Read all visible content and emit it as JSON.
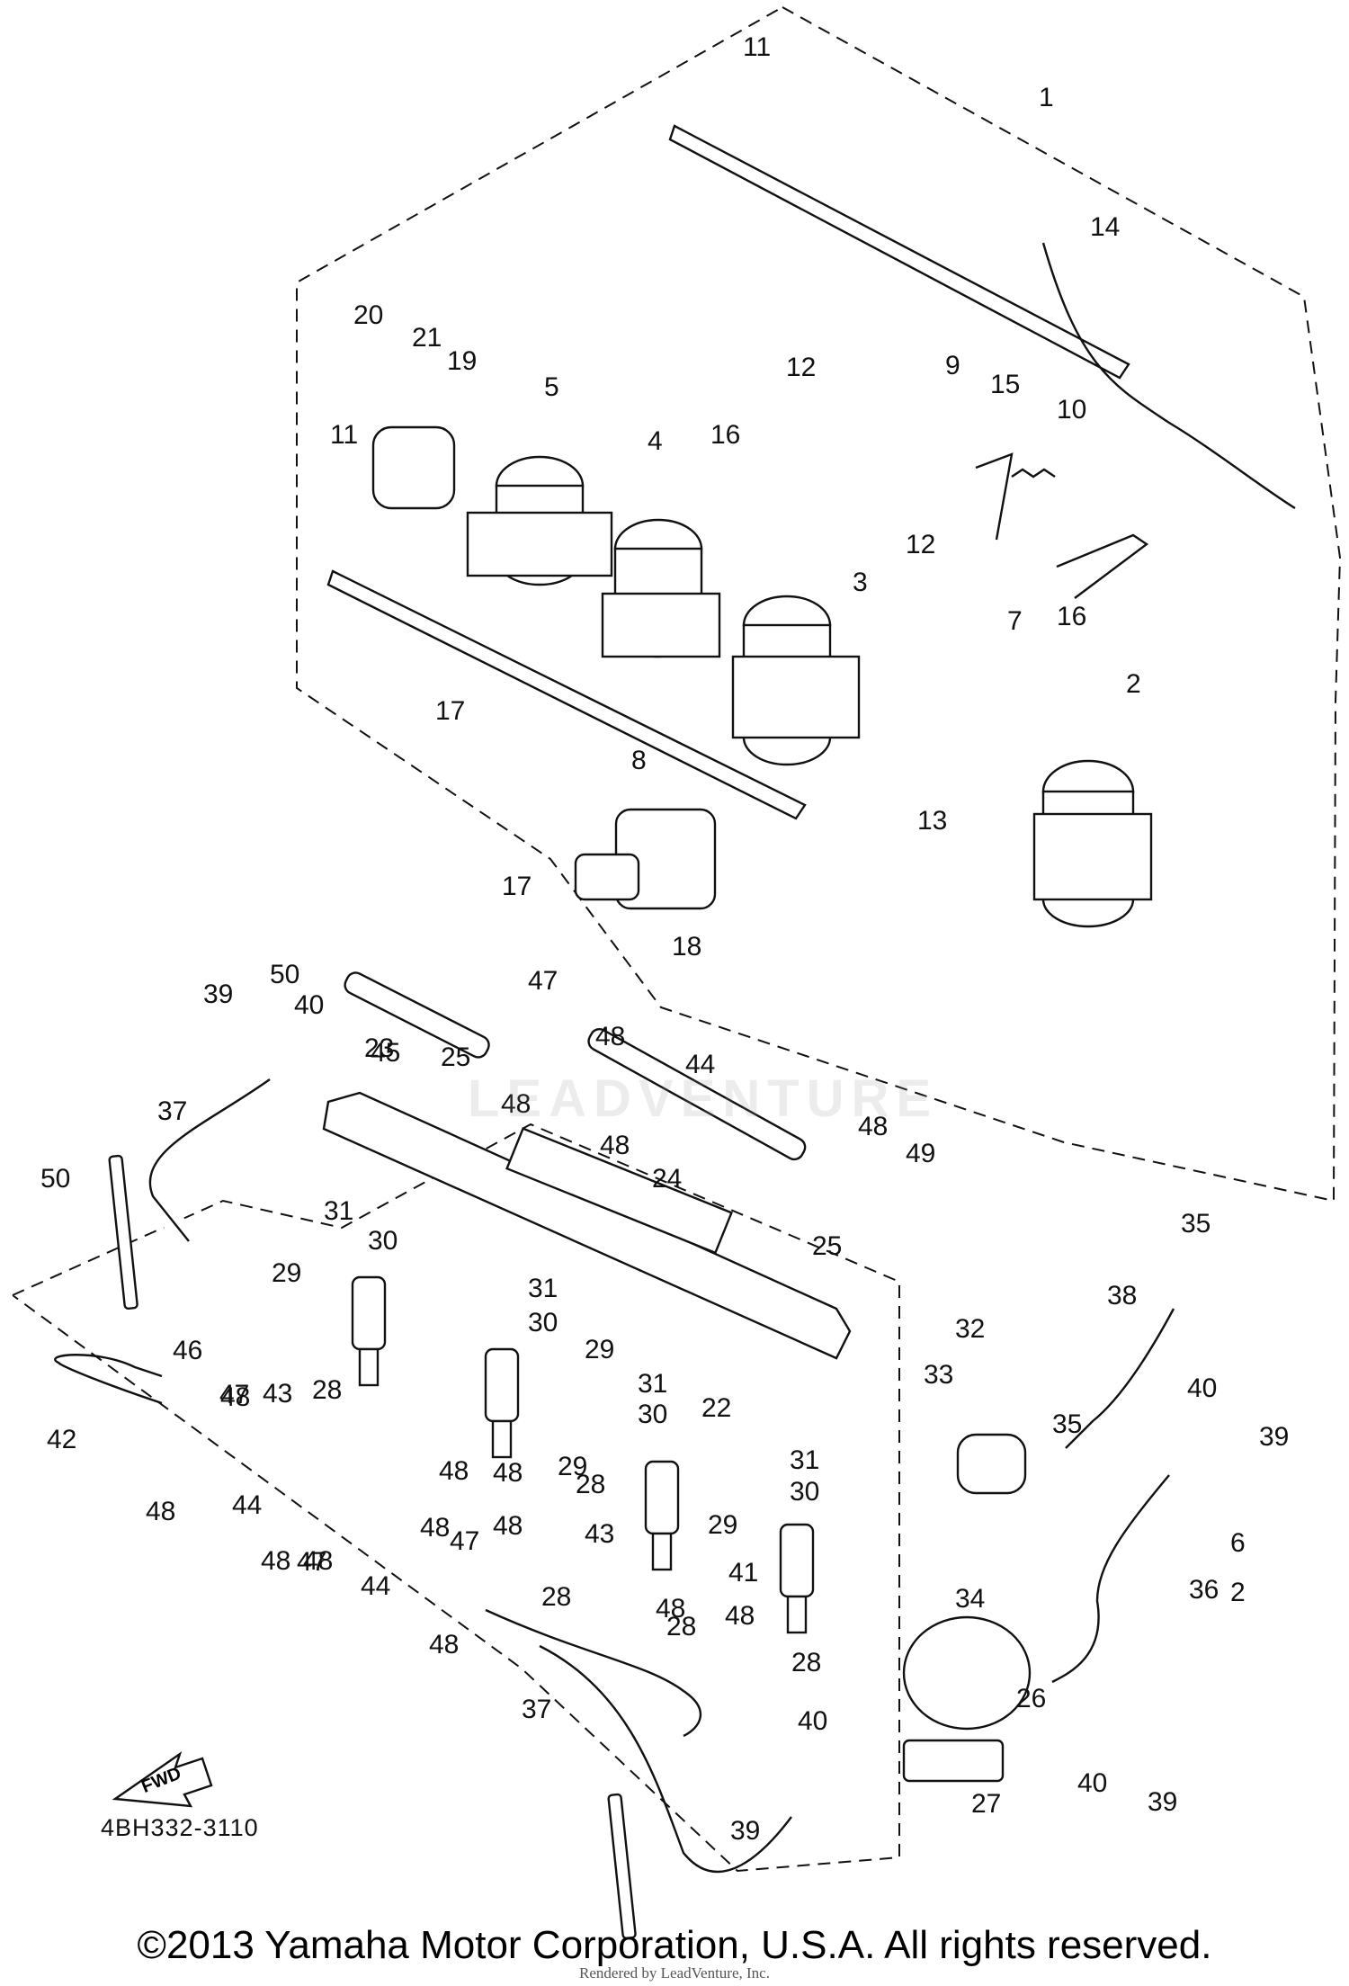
{
  "diagram": {
    "reference_code": "4BH332-3110",
    "fwd_label": "FWD",
    "watermark": "LEADVENTURE",
    "copyright": "©2013 Yamaha Motor Corporation, U.S.A. All rights reserved.",
    "rendered_by": "Rendered by LeadVenture, Inc.",
    "callouts": [
      "1",
      "2",
      "2",
      "3",
      "4",
      "5",
      "6",
      "7",
      "8",
      "9",
      "10",
      "11",
      "11",
      "12",
      "12",
      "13",
      "14",
      "15",
      "16",
      "16",
      "17",
      "17",
      "18",
      "19",
      "20",
      "21",
      "22",
      "23",
      "24",
      "25",
      "25",
      "26",
      "27",
      "28",
      "28",
      "28",
      "28",
      "28",
      "29",
      "29",
      "29",
      "29",
      "30",
      "30",
      "30",
      "30",
      "31",
      "31",
      "31",
      "31",
      "32",
      "33",
      "34",
      "35",
      "35",
      "36",
      "37",
      "37",
      "38",
      "39",
      "39",
      "39",
      "39",
      "40",
      "40",
      "40",
      "40",
      "41",
      "42",
      "43",
      "43",
      "44",
      "44",
      "44",
      "45",
      "46",
      "47",
      "47",
      "47",
      "47",
      "48",
      "48",
      "48",
      "48",
      "48",
      "48",
      "48",
      "48",
      "48",
      "48",
      "48",
      "48",
      "48",
      "48",
      "48",
      "49",
      "50",
      "50"
    ]
  }
}
